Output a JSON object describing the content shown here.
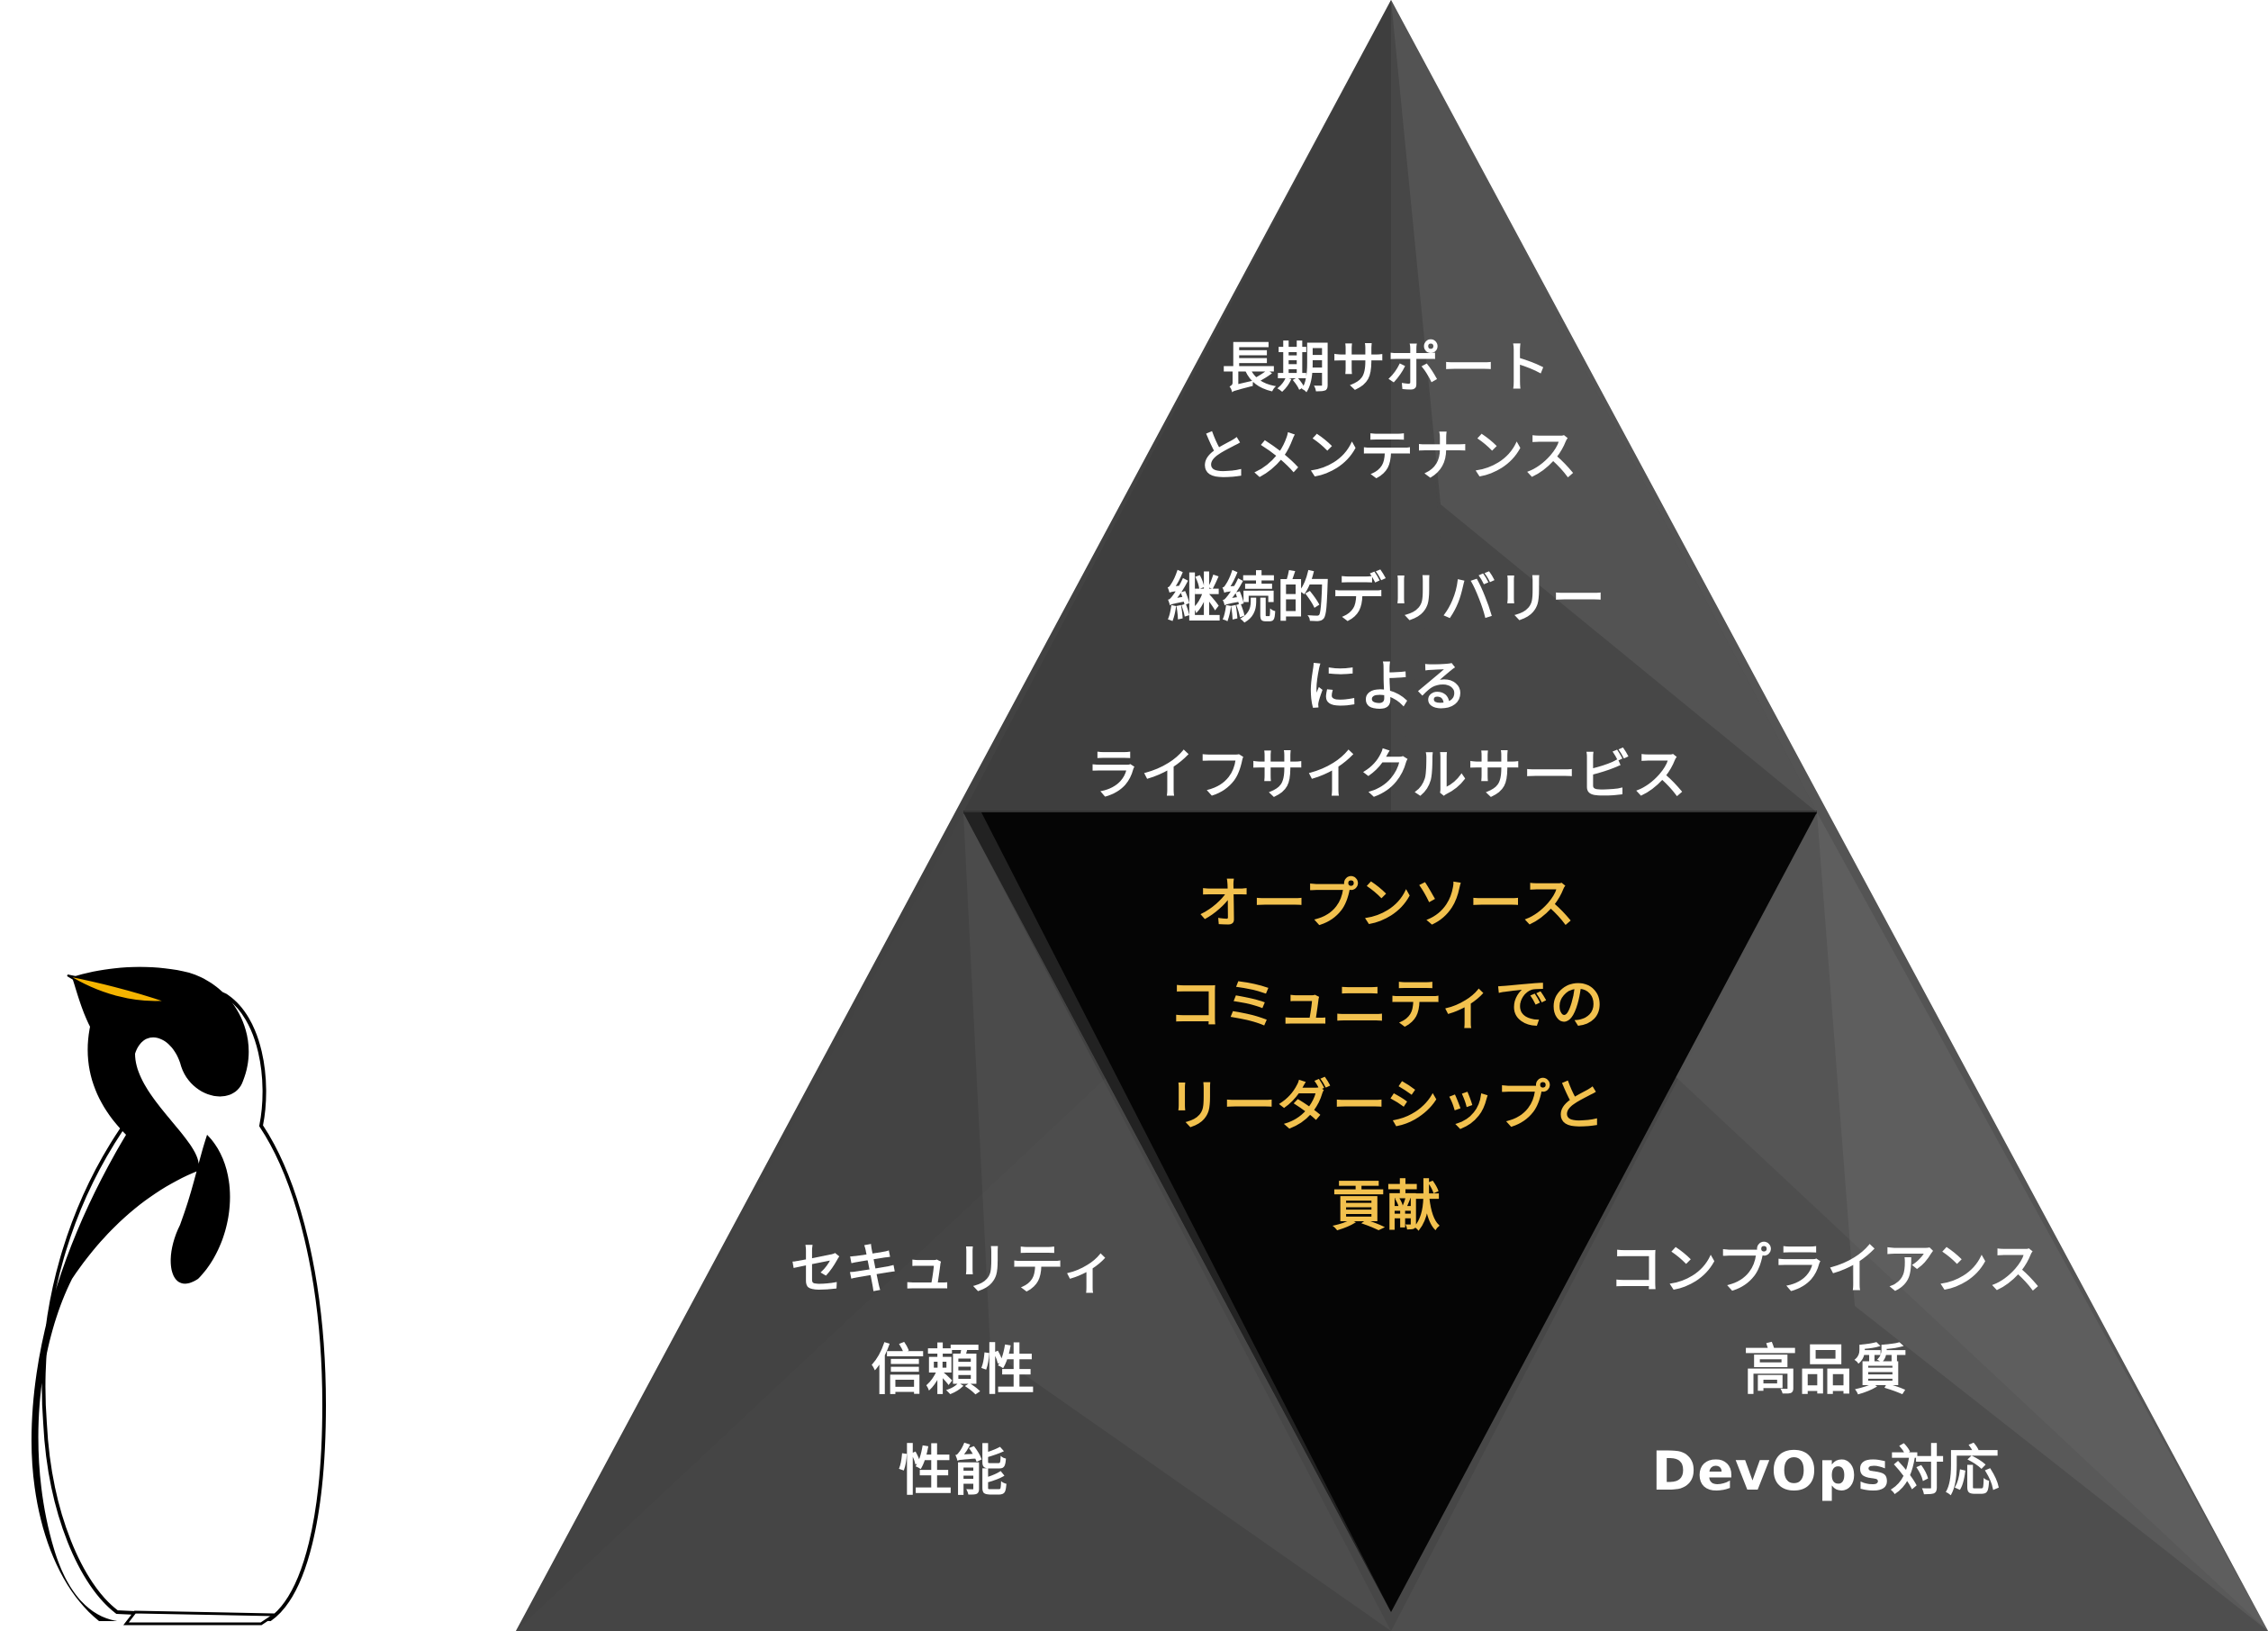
{
  "diagram": {
    "top_section": {
      "group1": [
        "長期サポート",
        "とメンテナンス"
      ],
      "group2": [
        "継続的デリバリー",
        "による",
        "ライフサイクルサービス"
      ]
    },
    "center_section": [
      "オープンソース",
      "コミュニティでの",
      "リーダーシップと",
      "貢献"
    ],
    "left_section": [
      "セキュリティ",
      "信頼性",
      "性能"
    ],
    "right_section": [
      "コンプライアンス",
      "高品質",
      "DevOps対応"
    ]
  },
  "colors": {
    "outer_triangle": "#4a4a4a",
    "outer_triangle_light": "#5e5e5e",
    "inner_triangle": "#050505",
    "label_text": "#ffffff",
    "center_text": "#f2c14e",
    "penguin_beak": "#f4b400"
  },
  "icons": {
    "mascot": "penguin-icon"
  }
}
